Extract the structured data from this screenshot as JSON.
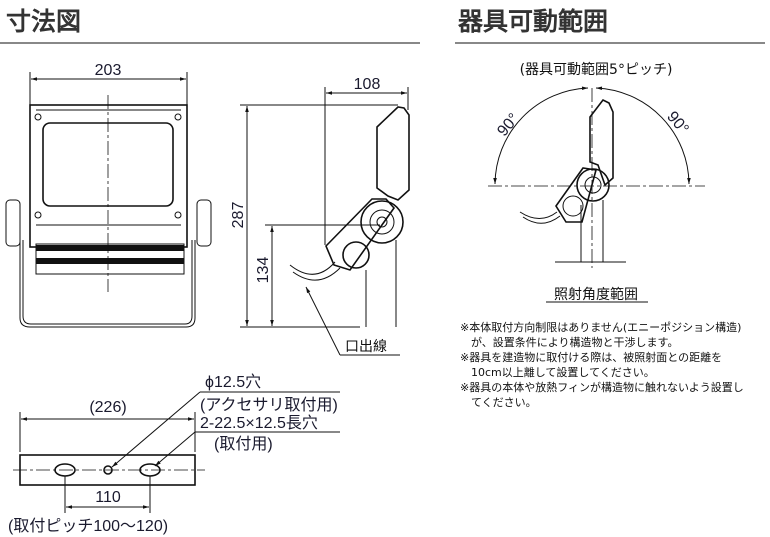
{
  "headings": {
    "dimensions": "寸法図",
    "movable_range": "器具可動範囲"
  },
  "front_view": {
    "width_dim": "203"
  },
  "side_view": {
    "height_dim": "287",
    "pivot_height_dim": "134",
    "depth_dim": "108",
    "cable_outlet_label": "口出線"
  },
  "mounting_plate": {
    "length_dim": "(226)",
    "pitch_dim": "110",
    "pitch_note": "(取付ピッチ100〜120)",
    "hole_label": "ϕ12.5穴",
    "hole_purpose": "(アクセサリ取付用)",
    "slot_label": "2-22.5×12.5長穴",
    "slot_purpose": "(取付用)"
  },
  "range_diagram": {
    "title": "(器具可動範囲5°ピッチ)",
    "left_angle": "90°",
    "right_angle": "90°",
    "caption": "照射角度範囲"
  },
  "notes": [
    "※本体取付方向制限はありません(エニーポジション構造)",
    "　が、設置条件により構造物と干渉します。",
    "※器具を建造物に取付ける際は、被照射面との距離を",
    "　10cm以上離して設置してください。",
    "※器具の本体や放熱フィンが構造物に触れないよう設置し",
    "　てください。"
  ]
}
